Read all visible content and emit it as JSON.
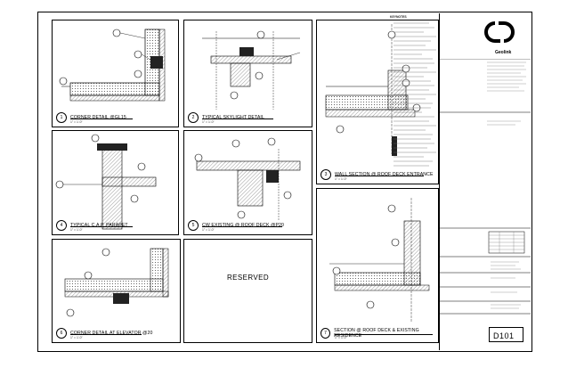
{
  "details": [
    {
      "id": "corner-glis",
      "num": "1",
      "title": "CORNER DETAIL @GL15",
      "scale": "1\" = 1'-0\""
    },
    {
      "id": "typical-skylight",
      "num": "2",
      "title": "TYPICAL SKYLIGHT DETAIL",
      "scale": "1\" = 1'-0\""
    },
    {
      "id": "wall-section",
      "num": "3",
      "title": "WALL SECTION @ ROOF DECK ENTRANCE",
      "scale": "1\" = 1'-0\""
    },
    {
      "id": "typical-cap",
      "num": "4",
      "title": "TYPICAL C.A.P. PARAPET",
      "scale": "1\" = 1'-0\""
    },
    {
      "id": "cw-existing",
      "num": "5",
      "title": "CW EXISTING @ ROOF DECK @P20",
      "scale": "1\" = 1'-0\""
    },
    {
      "id": "corner-elevator",
      "num": "6",
      "title": "CORNER DETAIL AT ELEVATOR @20",
      "scale": "1\" = 1'-0\""
    },
    {
      "id": "section-existing",
      "num": "7",
      "title": "SECTION @ ROOF DECK & EXISTING RESIDENCE",
      "scale": "1\" = 1'-0\""
    }
  ],
  "reserved_label": "RESERVED",
  "brand": "Geolink",
  "sheet_number": "D101",
  "notes_heading": "KEYNOTES",
  "colors": {
    "line": "#000000",
    "hatch": "#555555",
    "paper": "#ffffff"
  }
}
